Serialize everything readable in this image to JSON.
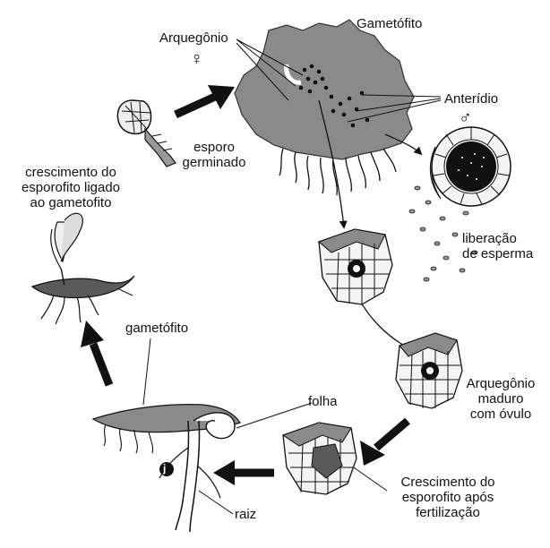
{
  "labels": {
    "gametofito_top": "Gametófito",
    "arquegonio": "Arquegônio",
    "female_symbol": "♀",
    "anteridio": "Anterídio",
    "male_symbol": "♂",
    "esporo_line1": "esporo",
    "esporo_line2": "germinado",
    "crescimento_line1": "crescimento do",
    "crescimento_line2": "esporofito ligado",
    "crescimento_line3": "ao gametofito",
    "liberacao_line1": "liberação",
    "liberacao_line2": "de esperma",
    "gametofito_bottom": "gametófito",
    "arq_maduro_line1": "Arquegônio",
    "arq_maduro_line2": "maduro",
    "arq_maduro_line3": "com óvulo",
    "folha": "folha",
    "cresc_fert_line1": "Crescimento do",
    "cresc_fert_line2": "esporofito após",
    "cresc_fert_line3": "fertilização",
    "raiz": "raiz",
    "marker": "j"
  },
  "colors": {
    "ink": "#111111",
    "tissue": "#8a8a8a",
    "tissue_dark": "#5a5a5a",
    "cell_fill": "#f4f4f4"
  }
}
